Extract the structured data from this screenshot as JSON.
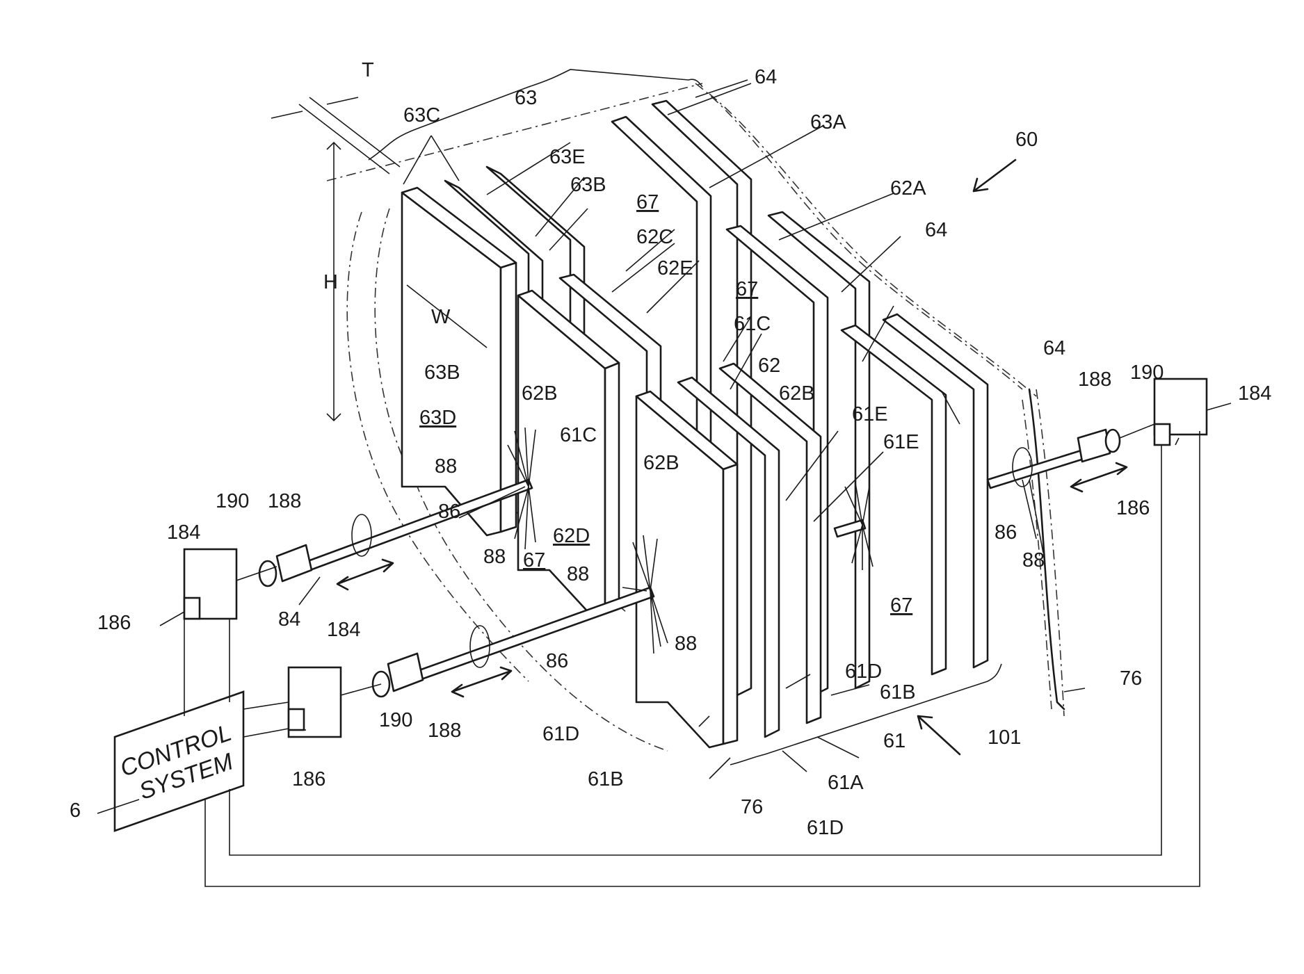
{
  "figure": {
    "labels": {
      "l60": "60",
      "l63": "63",
      "l64a": "64",
      "l64b": "64",
      "l64c": "64",
      "lT": "T",
      "lH": "H",
      "lW": "W",
      "l63C": "63C",
      "l63E": "63E",
      "l63B_a": "63B",
      "l63B_b": "63B",
      "l63A": "63A",
      "l63D": "63D",
      "l67a": "67",
      "l67b": "67",
      "l67c": "67",
      "l67d": "67",
      "l62A": "62A",
      "l62C": "62C",
      "l62E": "62E",
      "l62": "62",
      "l62B_a": "62B",
      "l62B_b": "62B",
      "l62B_c": "62B",
      "l62D": "62D",
      "l61C_a": "61C",
      "l61C_b": "61C",
      "l61E_a": "61E",
      "l61E_b": "61E",
      "l61D_a": "61D",
      "l61D_b": "61D",
      "l61D_c": "61D",
      "l61B_a": "61B",
      "l61B_b": "61B",
      "l61A": "61A",
      "l61": "61",
      "l101": "101",
      "l76a": "76",
      "l76b": "76",
      "l88a": "88",
      "l88b": "88",
      "l88c": "88",
      "l88d": "88",
      "l88e": "88",
      "l86a": "86",
      "l86b": "86",
      "l86c": "86",
      "l84": "84",
      "l184a": "184",
      "l184b": "184",
      "l184c": "184",
      "l186a": "186",
      "l186b": "186",
      "l186c": "186",
      "l188a": "188",
      "l188b": "188",
      "l188c": "188",
      "l190a": "190",
      "l190b": "190",
      "l190c": "190",
      "l6": "6"
    },
    "control_system": {
      "line1": "CONTROL",
      "line2": "SYSTEM"
    }
  }
}
